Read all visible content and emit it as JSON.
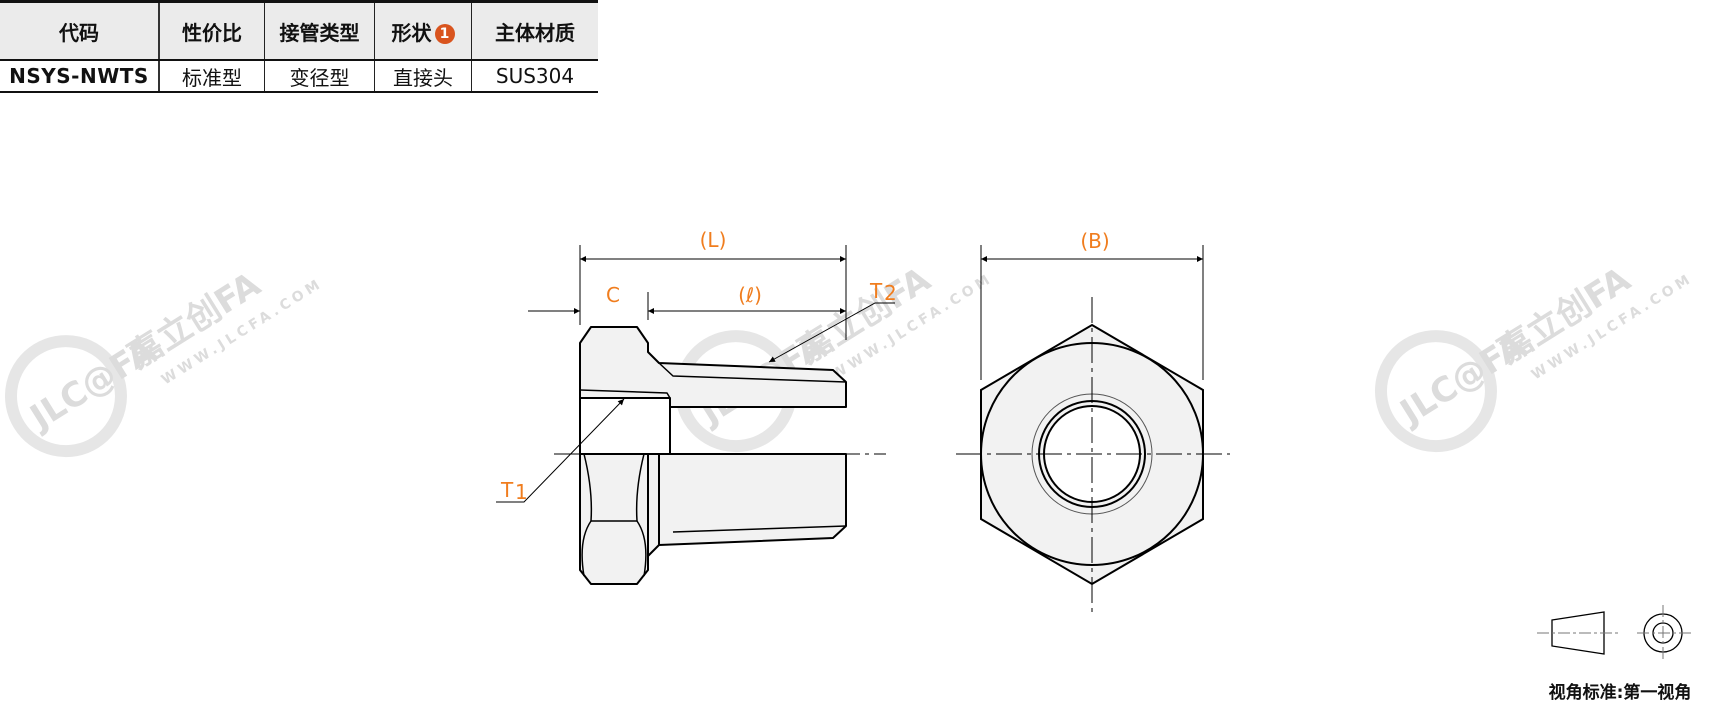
{
  "table": {
    "headers": [
      "代码",
      "性价比",
      "接管类型",
      "形状",
      "主体材质"
    ],
    "shape_badge": "1",
    "row": [
      "NSYS-NWTS",
      "标准型",
      "变径型",
      "直接头",
      "SUS304"
    ]
  },
  "drawing": {
    "dim_L": "(L)",
    "dim_C": "C",
    "dim_l": "(ℓ)",
    "dim_B": "(B)",
    "thread_1": "T",
    "thread_1_sub": "1",
    "thread_2": "T",
    "thread_2_sub": "2"
  },
  "watermark": {
    "logo": "JLC@FA",
    "brand": "嘉立创FA",
    "url": "WWW.JLCFA.COM"
  },
  "view_standard": "视角标准:第一视角",
  "colors": {
    "accent_code": "#3a78a5",
    "dimension": "#f07d1e",
    "badge": "#d9541e"
  }
}
